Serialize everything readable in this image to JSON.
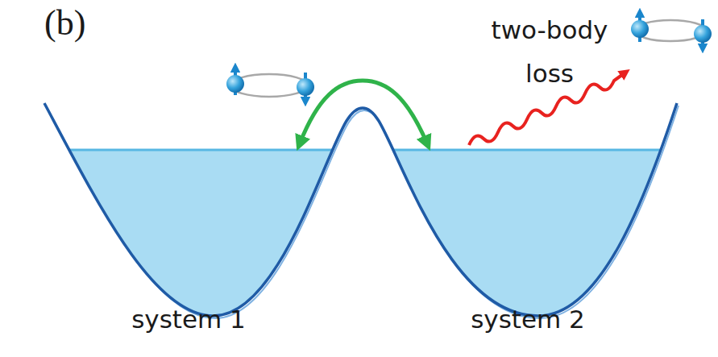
{
  "diagram": {
    "labels": [
      "(b)",
      "two-body loss",
      "system 1",
      "system 2"
    ]
  }
}
